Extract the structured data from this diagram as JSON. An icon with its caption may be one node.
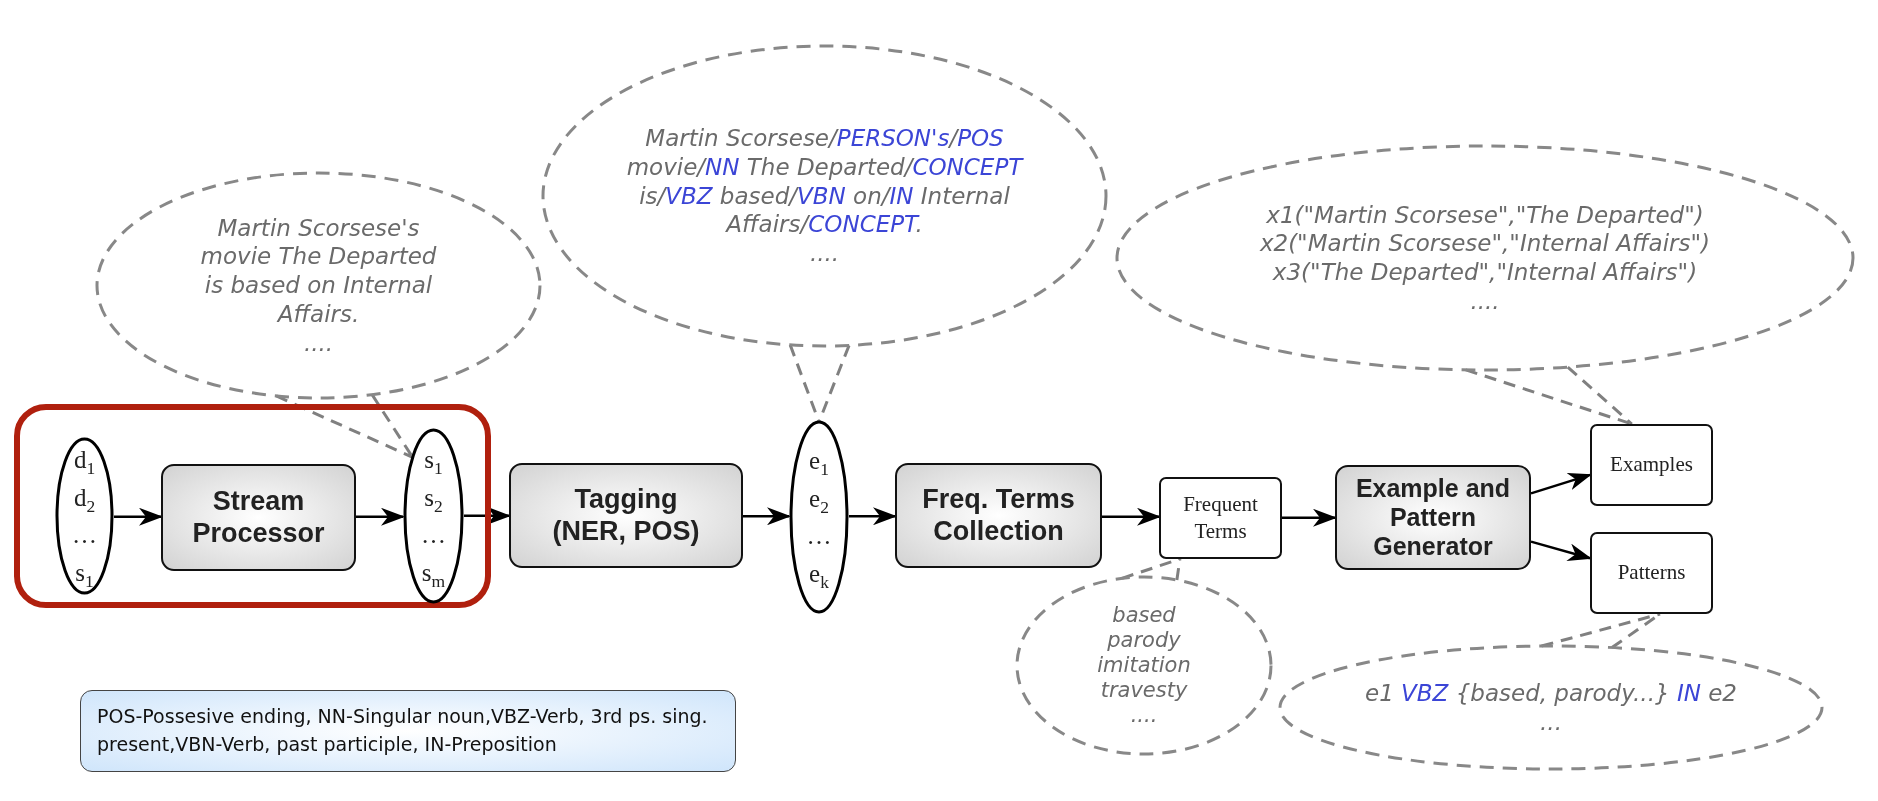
{
  "diagram": {
    "nodes": [
      {
        "text": [],
        "shape": "box"
      },
      {
        "text": [
          "d$_{1}$ d$_{2}$ … s$_{1}$"
        ],
        "in": 0
      },
      {
        "text": [
          "Stream Processor"
        ],
        "in": 0
      },
      {
        "text": [
          "s$_{1}$ s$_{2}$ … s$_{m}$"
        ],
        "in": 0
      },
      {
        "text": [
          "Tagging (NER, POS)"
        ]
      },
      {
        "text": [
          "e$_{1}$ e$_{2}$ … e$_{k}$"
        ]
      },
      {
        "text": [
          "Freq. Terms Collection"
        ]
      },
      {
        "text": [
          "Frequent Terms"
        ]
      },
      {
        "text": [
          "Example and Pattern Generator"
        ]
      },
      {
        "text": [
          "Examples"
        ]
      },
      {
        "text": [
          "Patterns"
        ]
      },
      {
        "text": [
          "Martin Scorsese's movie The Departed is based on Internal Affairs.",
          "...."
        ]
      },
      {
        "text": [
          "Martin Scorsese/**PERSON's**/**POS** movie/**NN** The Departed/**CONCEPT** is/**VBZ** based/**VBN** on/**IN** Internal Affairs/**CONCEPT**.",
          "...."
        ]
      },
      {
        "text": [
          "x1(\"Martin Scorsese\",\"The Departed\")",
          "x2(\"Martin Scorsese\",\"Internal Affairs\")",
          "x3(\"The Departed\",\"Internal Affairs\")",
          "...."
        ]
      },
      {
        "text": [
          "based",
          "parody",
          "imitation",
          "travesty",
          "...."
        ]
      },
      {
        "text": [
          "e1 **VBZ** {based, parody...} **IN** e2",
          "..."
        ]
      },
      {
        "text": [
          "POS-Possesive ending, NN-Singular noun,VBZ-Verb, 3rd ps. sing. present,VBN-Verb, past participle, IN-Preposition"
        ]
      }
    ],
    "edges": [
      {
        "from": 1,
        "to": 2,
        "arrow": "to"
      },
      {
        "from": 2,
        "to": 3,
        "arrow": "to"
      },
      {
        "from": 3,
        "to": 4,
        "arrow": "to"
      },
      {
        "from": 4,
        "to": 5,
        "arrow": "to"
      },
      {
        "from": 5,
        "to": 6,
        "arrow": "to"
      },
      {
        "from": 6,
        "to": 7,
        "arrow": "to"
      },
      {
        "from": 7,
        "to": 8,
        "arrow": "to"
      },
      {
        "from": 8,
        "to": 9,
        "arrow": "to"
      },
      {
        "from": 8,
        "to": 10,
        "arrow": "to"
      },
      {
        "from": 11,
        "to": 3,
        "arrow": "none",
        "style": "dashed",
        "color": "#808080"
      },
      {
        "from": 12,
        "to": 5,
        "arrow": "none",
        "style": "dashed",
        "color": "#808080"
      },
      {
        "from": 13,
        "to": 9,
        "arrow": "none",
        "style": "dashed",
        "color": "#808080"
      },
      {
        "from": 14,
        "to": 7,
        "arrow": "none",
        "style": "dashed",
        "color": "#808080"
      },
      {
        "from": 15,
        "to": 10,
        "arrow": "none",
        "style": "dashed",
        "color": "#808080"
      }
    ]
  }
}
